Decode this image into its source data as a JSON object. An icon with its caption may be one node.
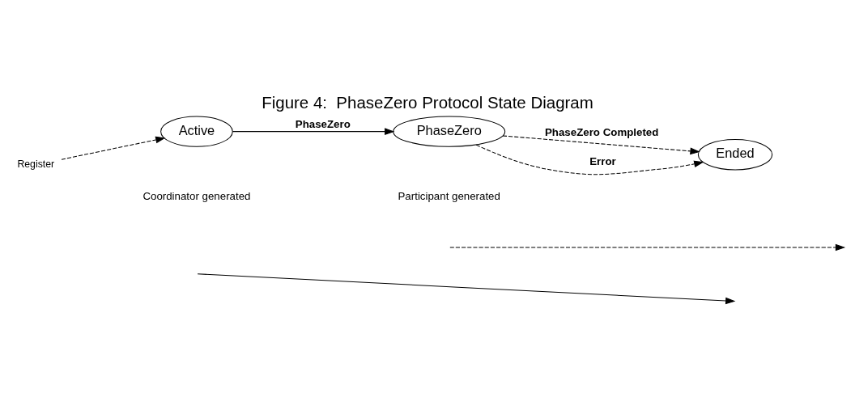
{
  "diagram": {
    "title": "Figure 4:  PhaseZero Protocol State Diagram",
    "nodes": [
      {
        "text": [
          "Register"
        ]
      },
      {
        "text": [
          "Active"
        ]
      },
      {
        "text": [
          "PhaseZero"
        ]
      },
      {
        "text": [
          "Ended"
        ]
      }
    ],
    "edges": [
      {
        "from": 0,
        "to": 1,
        "arrow": "to",
        "style": "dashed"
      },
      {
        "from": 1,
        "to": 2,
        "arrow": "to",
        "label": "PhaseZero"
      },
      {
        "from": 2,
        "to": 3,
        "arrow": "to",
        "label": "PhaseZero Completed",
        "style": "dashed"
      },
      {
        "from": 2,
        "to": 3,
        "arrow": "to",
        "label": "Error",
        "style": "dashed"
      }
    ],
    "legend": [
      {
        "text": "Coordinator generated"
      },
      {
        "text": "Participant generated"
      }
    ]
  }
}
